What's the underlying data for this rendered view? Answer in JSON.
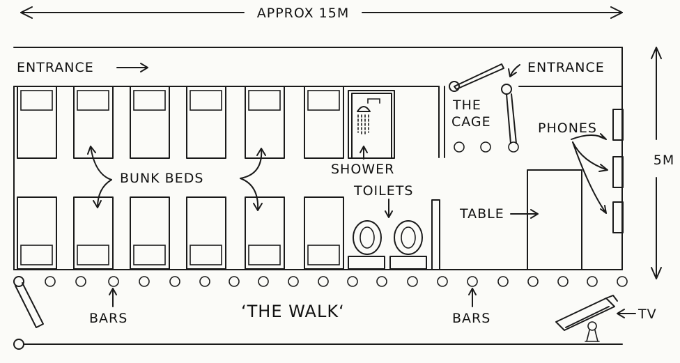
{
  "dimensions": {
    "length": "APPROX 15M",
    "width": "5M"
  },
  "labels": {
    "entrance_left": "ENTRANCE",
    "entrance_right": "ENTRANCE",
    "cage_line1": "THE",
    "cage_line2": "CAGE",
    "phones": "PHONES",
    "bunk_beds": "BUNK BEDS",
    "shower": "SHOWER",
    "toilets": "TOILETS",
    "table": "TABLE",
    "bars_left": "BARS",
    "bars_right": "BARS",
    "the_walk": "‘THE WALK‘",
    "tv": "TV"
  }
}
